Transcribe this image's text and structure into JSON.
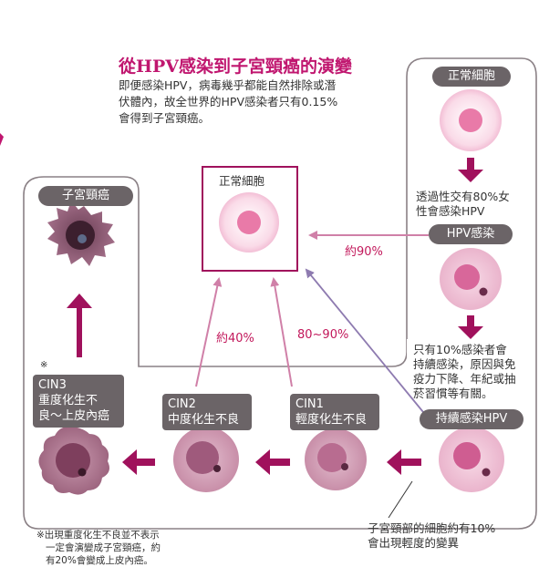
{
  "title": "從HPV感染到子宮頸癌的演變",
  "intro_lines": [
    "即便感染HPV，病毒幾乎都能自然排除或潛",
    "伏體內，故全世界的HPV感染者只有0.15%",
    "會得到子宮頸癌。"
  ],
  "stages": {
    "normal_right": "正常細胞",
    "normal_center": "正常細胞",
    "cancer": "子宮頸癌",
    "hpv_infection": "HPV感染",
    "persistent": "持續感染HPV",
    "cin1_lines": [
      "CIN1",
      "輕度化生不良"
    ],
    "cin2_lines": [
      "CIN2",
      "中度化生不良"
    ],
    "cin3_lines": [
      "CIN3",
      "重度化生不",
      "良～上皮內癌"
    ]
  },
  "notes": {
    "infection_lines": [
      "透過性交有80%女",
      "性會感染HPV"
    ],
    "persistent_lines": [
      "只有10%感染者會",
      "持續感染，原因與免",
      "疫力下降、年紀或抽",
      "菸習慣等有關。"
    ],
    "cell_change_lines": [
      "子宮頸部的細胞約有10%",
      "會出現輕度的變異"
    ],
    "asterisk_mark": "※",
    "footnote_lines": [
      "※出現重度化生不良並不表示",
      "一定會演變成子宮頸癌，約",
      "有20%會變成上皮內癌。"
    ]
  },
  "percentages": {
    "hpv_to_normal": "約90%",
    "cin2_to_normal": "約40%",
    "cin1_to_normal": "80~90%"
  },
  "colors": {
    "accent": "#a0115c",
    "box_gray": "#6b6467",
    "frame": "#8a8085",
    "title": "#c0166f"
  }
}
